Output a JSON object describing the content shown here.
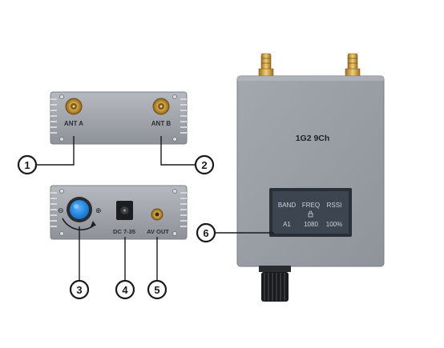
{
  "front_panel": {
    "ant_a_label": "ANT A",
    "ant_b_label": "ANT B"
  },
  "back_panel": {
    "dc_label": "DC 7-35",
    "av_out_label": "AV OUT"
  },
  "main_unit": {
    "model_label": "1G2 9Ch",
    "display": {
      "headers": [
        "BAND",
        "FREQ",
        "RSSI"
      ],
      "values": [
        "A1",
        "1080",
        "100%"
      ]
    }
  },
  "callouts": [
    "1",
    "2",
    "3",
    "4",
    "5",
    "6"
  ],
  "colors": {
    "panel_metal": "#9ea2a8",
    "knob_blue": "#1e88e5",
    "connector_gold": "#c79a3a",
    "screen_bg": "#3d4650",
    "screen_text": "#c9d4dc"
  }
}
